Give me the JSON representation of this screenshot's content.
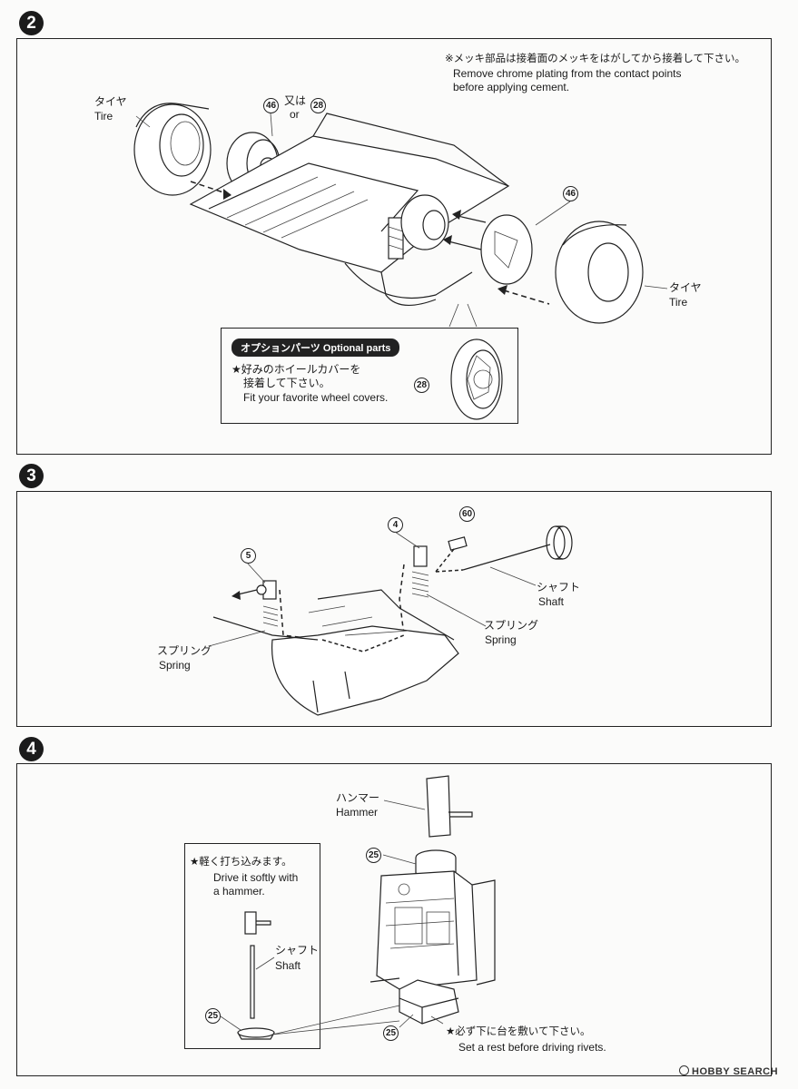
{
  "steps": {
    "s2": {
      "number": "2",
      "note_jp": "※メッキ部品は接着面のメッキをはがしてから接着して下さい。",
      "note_en1": "Remove chrome plating from the contact points",
      "note_en2": "before applying cement.",
      "tire_jp": "タイヤ",
      "tire_en": "Tire",
      "tire2_jp": "タイヤ",
      "tire2_en": "Tire",
      "part_46a": "46",
      "or_jp": "又は",
      "or_en": "or",
      "part_28a": "28",
      "part_46b": "46",
      "optional_title": "オプションパーツ Optional parts",
      "optional_jp1": "★好みのホイールカバーを",
      "optional_jp2": "接着して下さい。",
      "optional_en": "Fit your favorite wheel covers.",
      "part_28b": "28"
    },
    "s3": {
      "number": "3",
      "part_4": "4",
      "part_60": "60",
      "part_5": "5",
      "shaft_jp": "シャフト",
      "shaft_en": "Shaft",
      "spring1_jp": "スプリング",
      "spring1_en": "Spring",
      "spring2_jp": "スプリング",
      "spring2_en": "Spring"
    },
    "s4": {
      "number": "4",
      "hammer_jp": "ハンマー",
      "hammer_en": "Hammer",
      "part_25a": "25",
      "inset_jp": "★軽く打ち込みます。",
      "inset_en1": "Drive it softly with",
      "inset_en2": "a hammer.",
      "shaft_jp": "シャフト",
      "shaft_en": "Shaft",
      "part_25b": "25",
      "part_25c": "25",
      "rest_jp": "★必ず下に台を敷いて下さい。",
      "rest_en": "Set a rest before driving rivets."
    }
  },
  "watermark": {
    "text": "HOBBY SEARCH"
  }
}
